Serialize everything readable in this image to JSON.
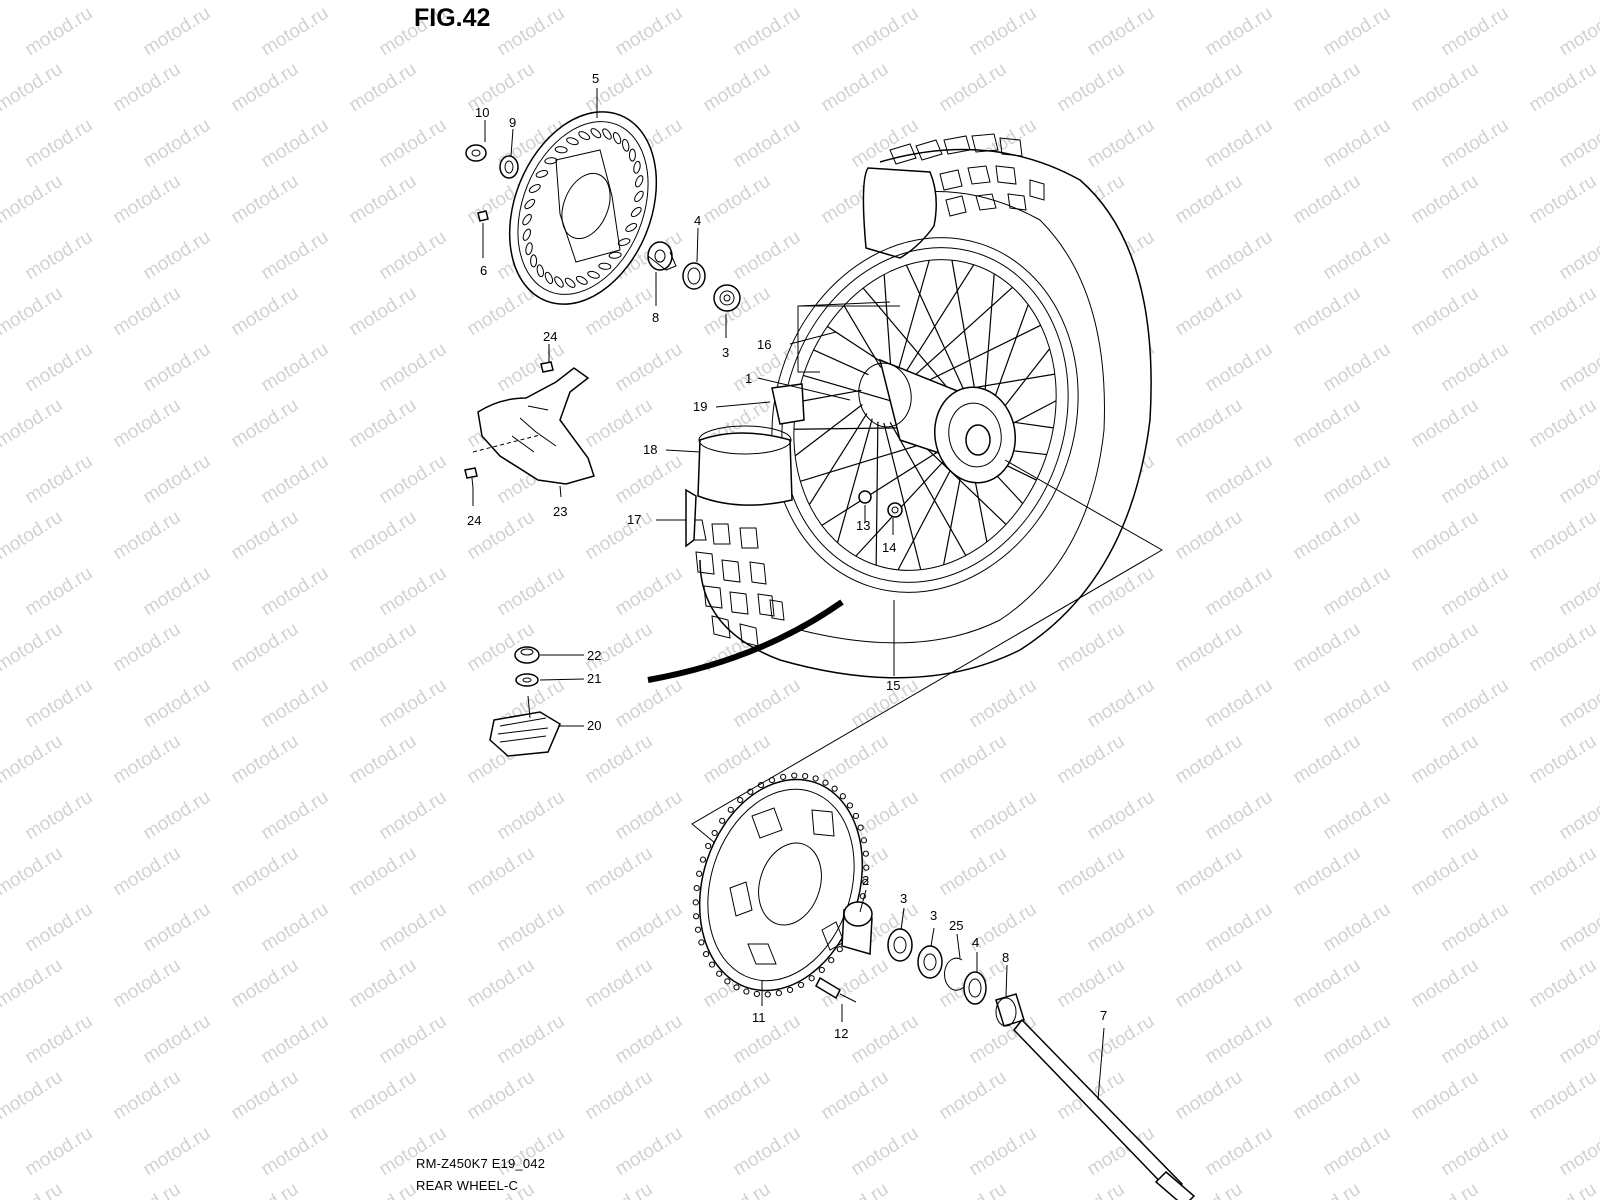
{
  "figure": {
    "title": "FIG.42",
    "model_code": "RM-Z450K7 E19_042",
    "section_name": "REAR WHEEL-C"
  },
  "watermark": {
    "text": "motod.ru",
    "color": "#d2d2d2"
  },
  "callouts": {
    "c1": "1",
    "c2": "2",
    "c3a": "3",
    "c3b": "3",
    "c3c": "3",
    "c4a": "4",
    "c4b": "4",
    "c5": "5",
    "c6": "6",
    "c7": "7",
    "c8a": "8",
    "c8b": "8",
    "c9": "9",
    "c10": "10",
    "c11": "11",
    "c12": "12",
    "c13": "13",
    "c14": "14",
    "c15": "15",
    "c16": "16",
    "c17": "17",
    "c18": "18",
    "c19": "19",
    "c20": "20",
    "c21": "21",
    "c22": "22",
    "c23": "23",
    "c24a": "24",
    "c24b": "24",
    "c25": "25"
  }
}
